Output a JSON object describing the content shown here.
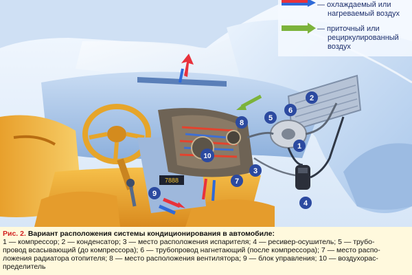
{
  "legend": {
    "item1_line1": "— охлаждаемый или",
    "item1_line2": "нагреваемый воздух",
    "item2_line1": "— приточный или",
    "item2_line2": "рециркулированный",
    "item2_line3": "воздух"
  },
  "markers": [
    "1",
    "2",
    "3",
    "4",
    "5",
    "6",
    "7",
    "8",
    "9",
    "10"
  ],
  "display_text": "7888",
  "caption": {
    "figure_label": "Рис. 2.",
    "title": "Вариант расположения системы кондиционирования в автомобиле:",
    "line1": "1 — компрессор; 2 — конденсатор; 3 — место расположения испарителя; 4 — ресивер-осушитель; 5 — трубо-",
    "line2": "провод всасывающий (до компрессора); 6 — трубопровод нагнетающий (после компрессора); 7 — место распо-",
    "line3": "ложения радиатора отопителя; 8 — место расположения вентилятора; 9 — блок управления; 10 — воздухорас-",
    "line4": "пределитель"
  },
  "colors": {
    "cooled_air": "#e8323c",
    "heated_air": "#2f6ad8",
    "supply_air": "#7cb33b",
    "marker_fill": "#2c4aa0",
    "caption_bg": "#fff9dd",
    "figure_label": "#d11f1f"
  }
}
